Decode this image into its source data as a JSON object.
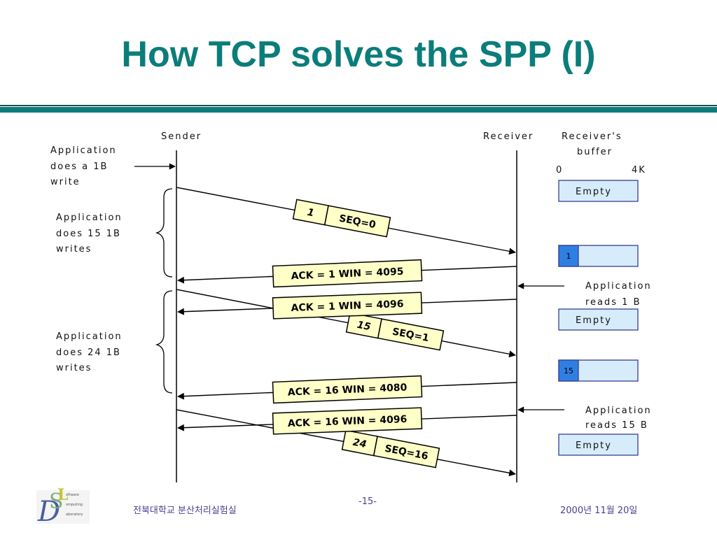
{
  "slide": {
    "title": "How TCP solves the SPP (I)",
    "page_number": "-15-",
    "footer_left": "전북대학교 분산처리실험실",
    "footer_right": "2000년 11월 20일",
    "logo_text": [
      "oftware",
      "omputing",
      "aboratory"
    ]
  },
  "diagram": {
    "sender_label": "Sender",
    "receiver_label": "Receiver",
    "buffer_label": [
      "Receiver's",
      "buffer"
    ],
    "buffer_min": "0",
    "buffer_max": "4K",
    "sender_notes": [
      [
        "Application",
        "does a 1B",
        "write"
      ],
      [
        "Application",
        "does 15 1B",
        "writes"
      ],
      [
        "Application",
        "does 24 1B",
        "writes"
      ]
    ],
    "receiver_notes": [
      [
        "Application",
        "reads 1 B"
      ],
      [
        "Application",
        "reads 15 B"
      ]
    ],
    "packets": [
      {
        "count": "1",
        "seq": "SEQ=0"
      },
      {
        "ack": "ACK = 1 WIN = 4095"
      },
      {
        "ack": "ACK = 1 WIN = 4096"
      },
      {
        "count": "15",
        "seq": "SEQ=1"
      },
      {
        "ack": "ACK = 16 WIN = 4080"
      },
      {
        "ack": "ACK = 16 WIN = 4096"
      },
      {
        "count": "24",
        "seq": "SEQ=16"
      }
    ],
    "buffers": [
      {
        "text": "Empty"
      },
      {
        "text": "1"
      },
      {
        "text": "Empty"
      },
      {
        "text": "15"
      },
      {
        "text": "Empty"
      }
    ],
    "colors": {
      "packet_fill": "#ffffc8",
      "buffer_fill": "#d6ecfb",
      "buffer_used": "#2f7fe3",
      "title": "#0b7d7a"
    }
  }
}
